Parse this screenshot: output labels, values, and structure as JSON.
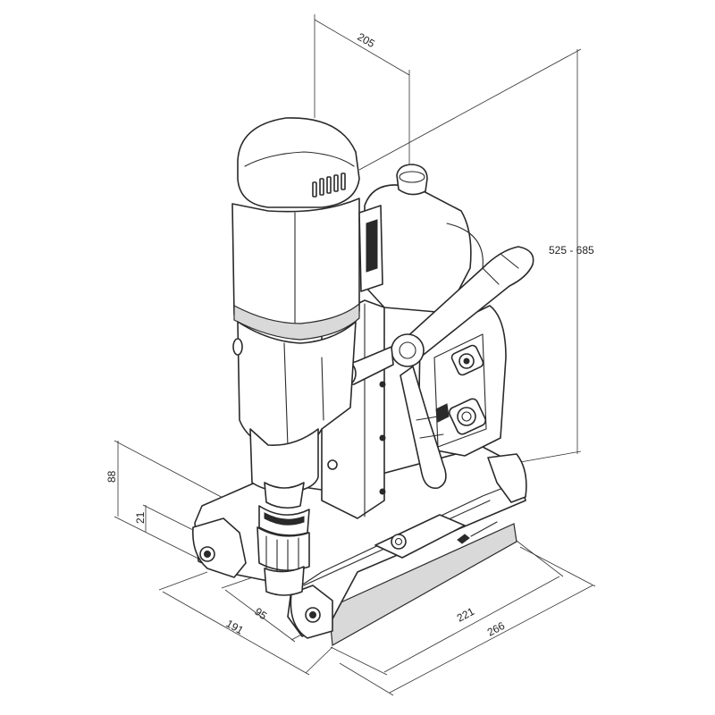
{
  "dimensions": {
    "top_width": "205",
    "height_range": "525 - 685",
    "left_height_total": "88",
    "left_height_small": "21",
    "depth_front": "95",
    "depth_total": "191",
    "base_length_inner": "221",
    "base_length_total": "266"
  }
}
